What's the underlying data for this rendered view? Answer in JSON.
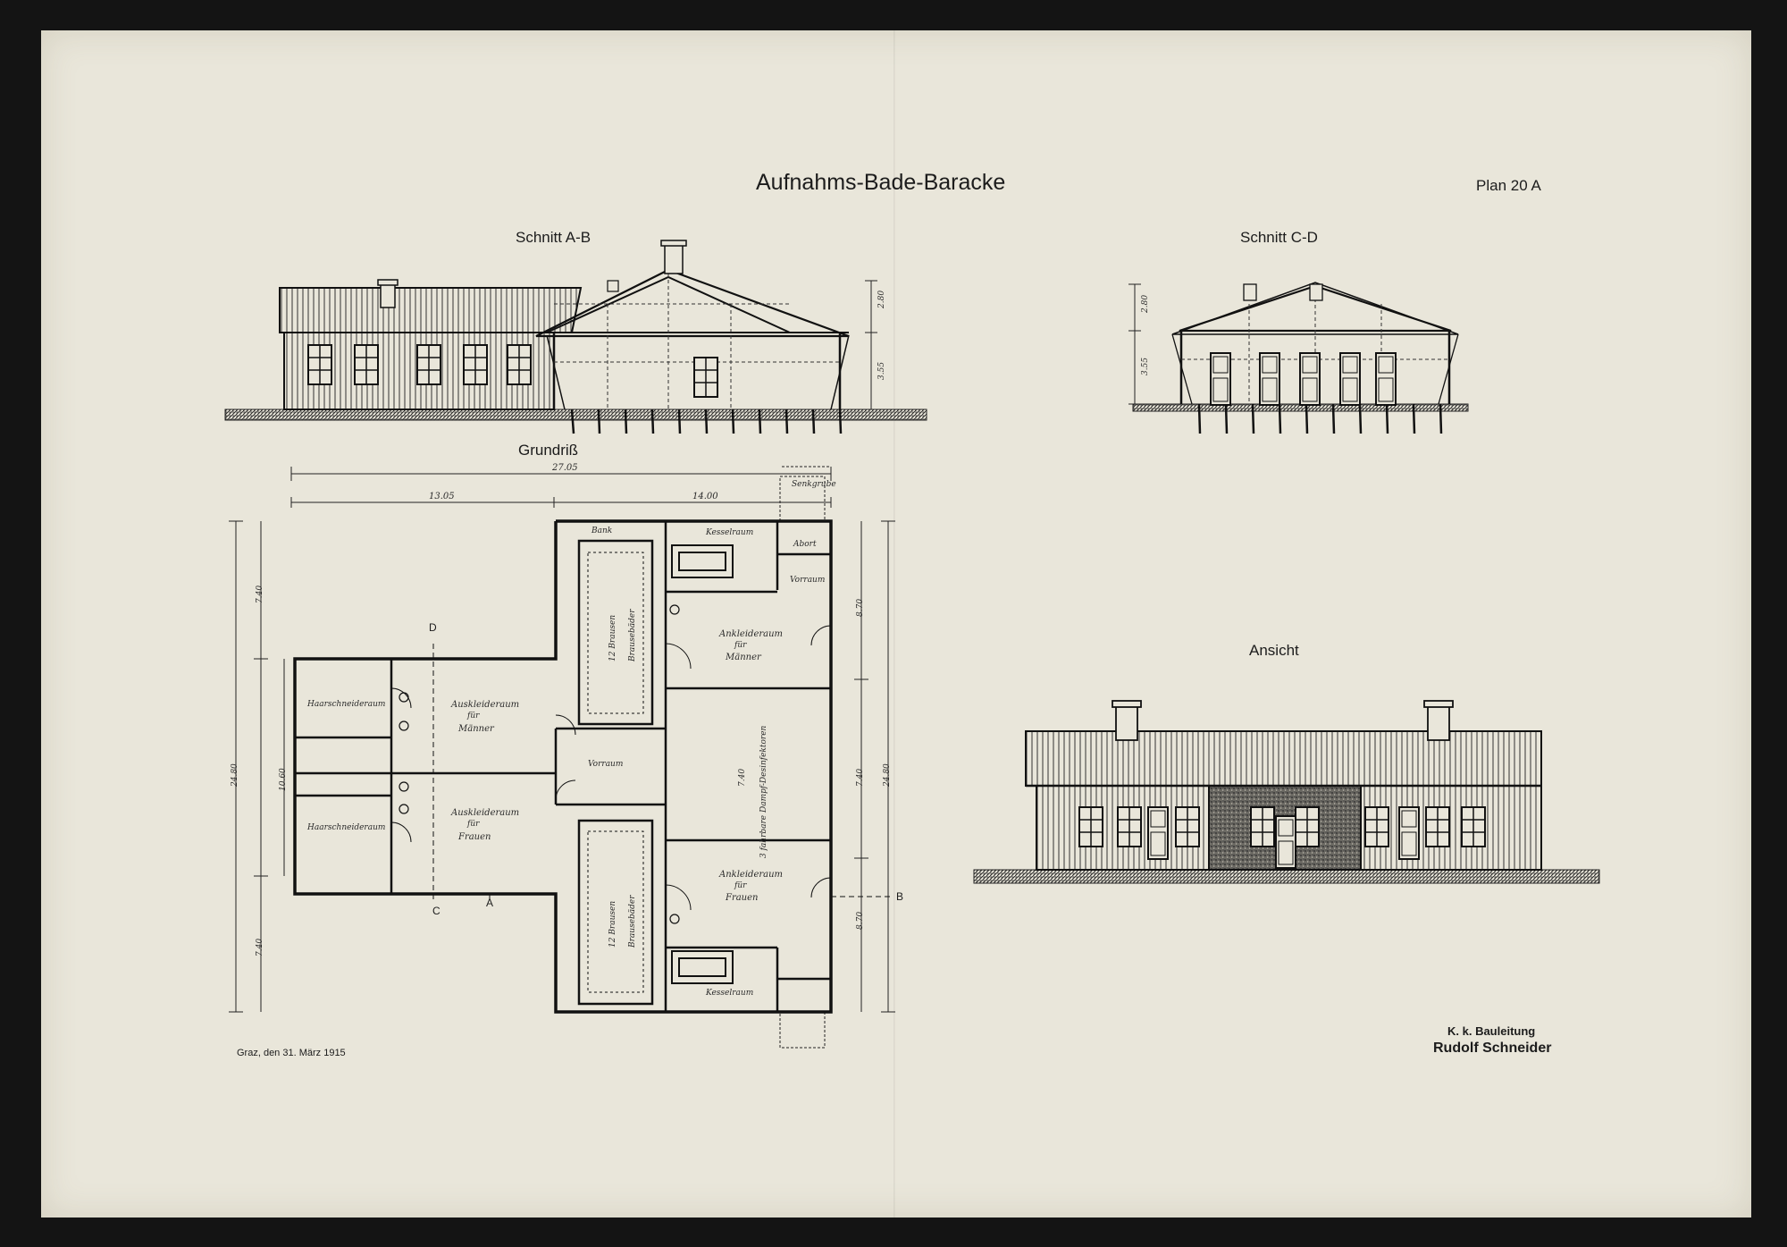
{
  "sheet": {
    "title": "Aufnahms-Bade-Baracke",
    "plan_no": "Plan 20 A",
    "date_line": "Graz, den 31. März 1915",
    "signature": {
      "office": "K. k. Bauleitung",
      "name": "Rudolf Schneider"
    }
  },
  "views": {
    "section_ab": "Schnitt A-B",
    "section_cd": "Schnitt C-D",
    "floor_plan": "Grundriß",
    "elevation": "Ansicht"
  },
  "rooms": {
    "hair_men": "Haarschneideraum",
    "hair_women": "Haarschneideraum",
    "change_men": [
      "Auskleideraum",
      "für",
      "Männer"
    ],
    "change_women": [
      "Auskleideraum",
      "für",
      "Frauen"
    ],
    "dress_men": [
      "Ankleideraum",
      "für",
      "Männer"
    ],
    "dress_women": [
      "Ankleideraum",
      "für",
      "Frauen"
    ],
    "vestibule": "Vorraum",
    "shower_men": [
      "12 Brausen",
      "Brausebäder"
    ],
    "shower_women": [
      "12 Brausen",
      "Brausebäder"
    ],
    "boiler_top": "Kesselraum",
    "boiler_bottom": "Kesselraum",
    "wc": "Abort",
    "stair_vestibule": "Vorraum",
    "corridor": "3 fahrbare Dampf-Desinfektoren",
    "cellar": "Senkgrube",
    "bench": "Bank"
  },
  "dimensions": {
    "overall_width": "27.05",
    "left_wing": "13.05",
    "right_wing": "14.00",
    "overall_depth_l": "24.80",
    "overall_depth_r": "24.80",
    "wing_depth": "10.60",
    "seg_top": "7.40",
    "seg_mid": "7.40",
    "seg_bot": "7.40",
    "seg_r1": "8.70",
    "seg_r2": "7.40",
    "seg_r3": "8.70",
    "h1": "2.80",
    "h2": "3.55",
    "h3": "2.80",
    "h4": "3.55"
  },
  "markers": {
    "a": "A",
    "b": "B",
    "c": "C",
    "d": "D"
  }
}
